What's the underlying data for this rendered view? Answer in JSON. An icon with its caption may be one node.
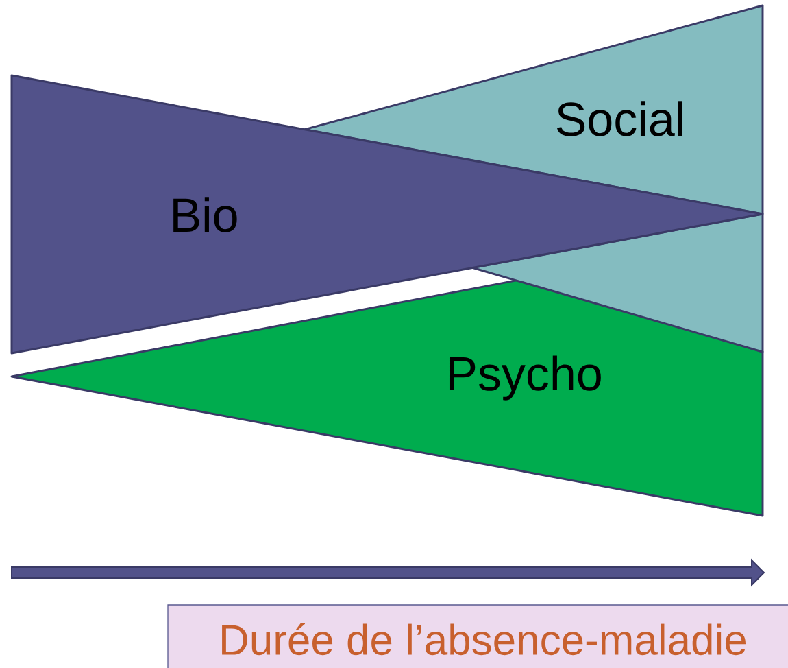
{
  "diagram": {
    "nodes": [
      {
        "text": [
          "Bio"
        ]
      },
      {
        "text": [
          "Social"
        ]
      },
      {
        "text": [
          "Psycho"
        ]
      },
      {
        "text": [
          "Durée de l’absence-maladie"
        ]
      }
    ]
  }
}
